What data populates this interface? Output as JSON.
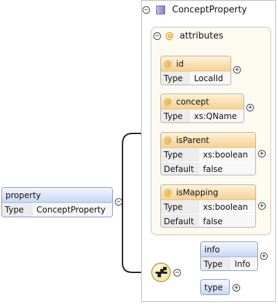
{
  "root_element": {
    "name": "property",
    "type_key": "Type",
    "type_value": "ConceptProperty"
  },
  "complex_type": {
    "name": "ConceptProperty"
  },
  "attributes_group": {
    "title": "attributes",
    "items": [
      {
        "name": "id",
        "rows": [
          {
            "key": "Type",
            "value": "LocalId"
          }
        ]
      },
      {
        "name": "concept",
        "rows": [
          {
            "key": "Type",
            "value": "xs:QName"
          }
        ]
      },
      {
        "name": "isParent",
        "rows": [
          {
            "key": "Type",
            "value": "xs:boolean"
          },
          {
            "key": "Default",
            "value": "false"
          }
        ]
      },
      {
        "name": "isMapping",
        "rows": [
          {
            "key": "Type",
            "value": "xs:boolean"
          },
          {
            "key": "Default",
            "value": "false"
          }
        ]
      }
    ]
  },
  "sequence": {
    "children": [
      {
        "name": "info",
        "type_key": "Type",
        "type_value": "Info"
      },
      {
        "name": "type"
      }
    ]
  },
  "colors": {
    "attribute_header": "#f5d295",
    "element_header": "#c8d7f2",
    "attribute_marker": "#d9a018",
    "complex_type_marker": "#8d7ec4"
  }
}
